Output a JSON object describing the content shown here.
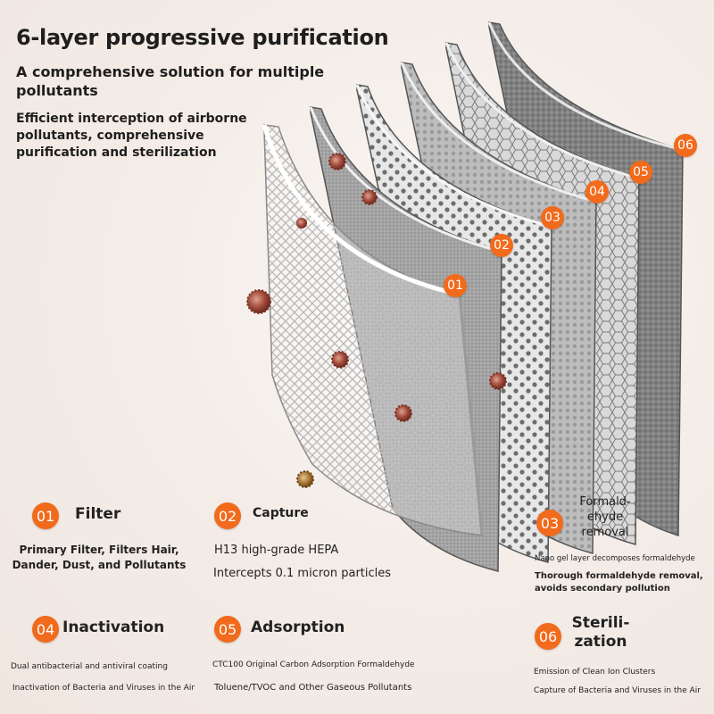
{
  "header": {
    "title": "6-layer progressive purification",
    "subtitle": "A comprehensive solution for multiple pollutants",
    "tagline": "Efficient interception of airborne pollutants, comprehensive purification and sterilization"
  },
  "figure_badges": [
    "01",
    "02",
    "03",
    "04",
    "05",
    "06"
  ],
  "layers": [
    {
      "num": "01",
      "name": "Filter",
      "lines": [
        "Primary Filter, Filters Hair,",
        "Dander, Dust, and Pollutants"
      ]
    },
    {
      "num": "02",
      "name": "Capture",
      "lines": [
        "H13 high-grade HEPA",
        "Intercepts 0.1 micron particles"
      ]
    },
    {
      "num": "03",
      "name_lines": [
        "Formald-",
        "ehyde",
        "removal"
      ],
      "lines": [
        "Nano gel layer decomposes formaldehyde",
        "Thorough formaldehyde removal,",
        "avoids secondary pollution"
      ]
    },
    {
      "num": "04",
      "name": "Inactivation",
      "lines": [
        "Dual antibacterial and antiviral coating",
        "Inactivation of Bacteria and Viruses in the Air"
      ]
    },
    {
      "num": "05",
      "name": "Adsorption",
      "lines": [
        "CTC100 Original Carbon Adsorption Formaldehyde",
        "Toluene/TVOC and Other Gaseous Pollutants"
      ]
    },
    {
      "num": "06",
      "name_lines": [
        "Sterili-",
        "zation"
      ],
      "lines": [
        "Emission of Clean Ion Clusters",
        "Capture of Bacteria and Viruses in the Air"
      ]
    }
  ],
  "colors": {
    "accent": "#f26a1b",
    "text": "#1e1e1e",
    "background": "#f4ede8"
  }
}
